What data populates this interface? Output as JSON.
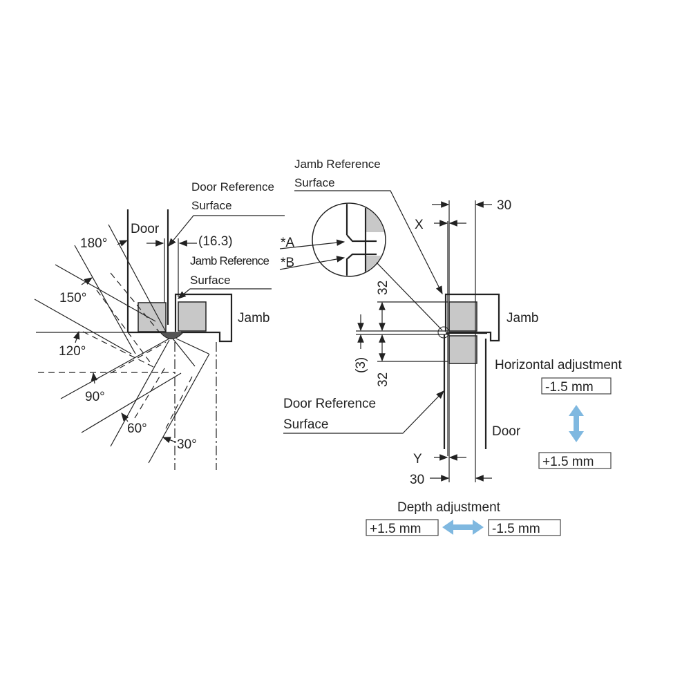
{
  "left_view": {
    "door_label": "Door",
    "jamb_label": "Jamb",
    "door_ref_line1": "Door Reference",
    "door_ref_line2": "Surface",
    "jamb_ref_line1": "Jamb Reference",
    "jamb_ref_line2": "Surface",
    "offset_dim": "(16.3)",
    "angles": [
      "180°",
      "150°",
      "120°",
      "90°",
      "60°",
      "30°"
    ]
  },
  "right_view": {
    "jamb_ref_line1": "Jamb Reference",
    "jamb_ref_line2": "Surface",
    "door_ref_line1": "Door Reference",
    "door_ref_line2": "Surface",
    "detail_a": "*A",
    "detail_b": "*B",
    "jamb_label": "Jamb",
    "door_label": "Door",
    "dim_top": "30",
    "dim_bottom": "30",
    "dim_x": "X",
    "dim_y": "Y",
    "dim_32_upper": "32",
    "dim_32_lower": "32",
    "dim_gap": "(3)"
  },
  "adjustments": {
    "horizontal_title": "Horizontal adjustment",
    "horizontal_minus": "-1.5 mm",
    "horizontal_plus": "+1.5 mm",
    "depth_title": "Depth adjustment",
    "depth_plus": "+1.5 mm",
    "depth_minus": "-1.5 mm",
    "arrow_color": "#7fb8e0"
  }
}
